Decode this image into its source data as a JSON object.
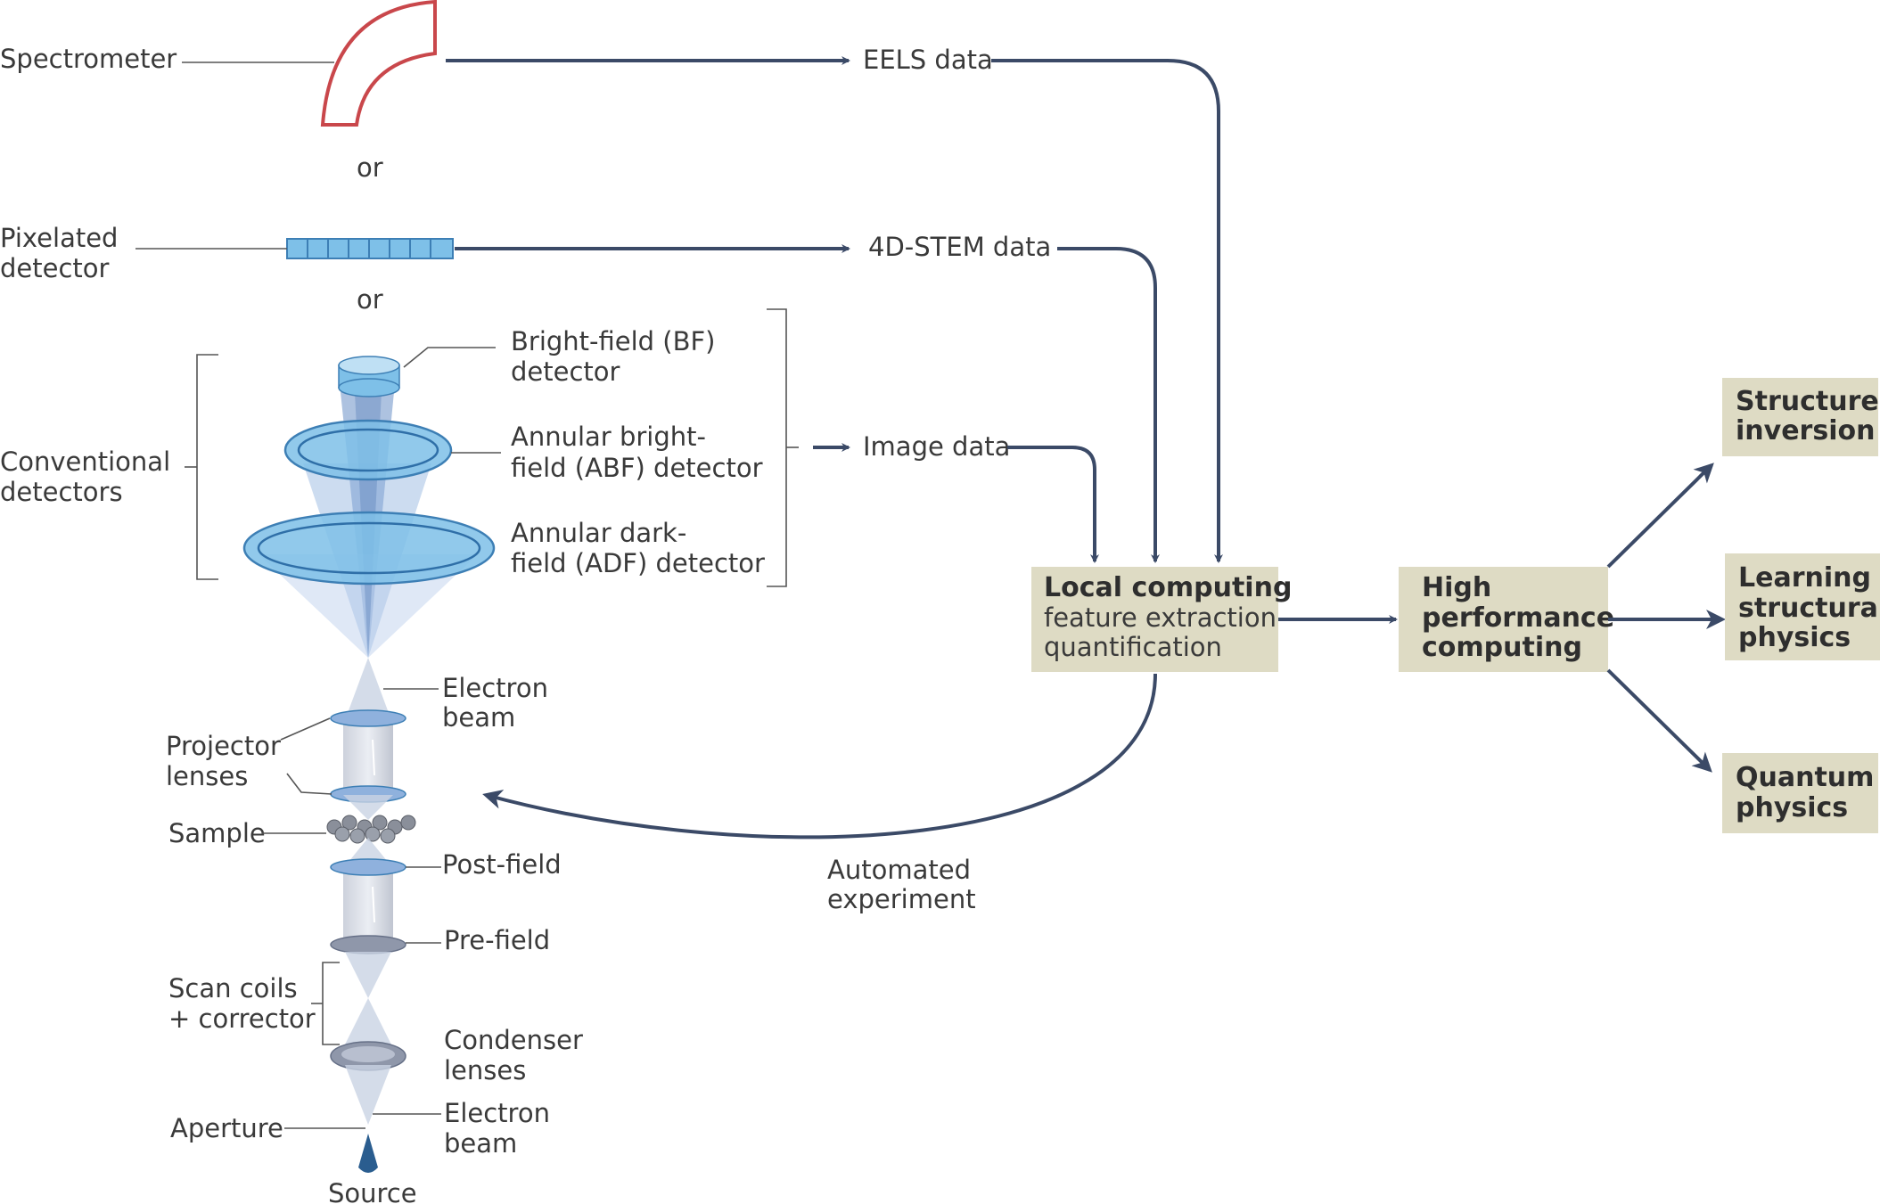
{
  "colors": {
    "flow_line": "#3b4a67",
    "box_fill": "#dedbc4",
    "spectrometer": "#c9474b",
    "detector_blue": "#7ec0e8",
    "detector_stroke": "#3d7fb5",
    "beam": "#6a8fc7"
  },
  "detectors": {
    "spectrometer": "Spectrometer",
    "or1": "or",
    "pixelated": [
      "Pixelated",
      "detector"
    ],
    "or2": "or",
    "conventional": [
      "Conventional",
      "detectors"
    ],
    "bf": [
      "Bright-field (BF)",
      "detector"
    ],
    "abf": [
      "Annular bright-",
      "field (ABF) detector"
    ],
    "adf": [
      "Annular dark-",
      "field (ADF) detector"
    ]
  },
  "data_outputs": {
    "eels": "EELS data",
    "stem4d": "4D-STEM data",
    "image": "Image data"
  },
  "column": {
    "electron_beam_top": [
      "Electron",
      "beam"
    ],
    "projector": [
      "Projector",
      "lenses"
    ],
    "sample": "Sample",
    "post_field": "Post-field",
    "pre_field": "Pre-field",
    "scan_coils": [
      "Scan coils",
      "+ corrector"
    ],
    "condenser": [
      "Condenser",
      "lenses"
    ],
    "aperture": "Aperture",
    "electron_beam_bottom": [
      "Electron",
      "beam"
    ],
    "source": "Source"
  },
  "computing": {
    "local": {
      "title": "Local computing",
      "lines": [
        "feature extraction",
        "quantification"
      ]
    },
    "hpc": [
      "High",
      "performance",
      "computing"
    ],
    "feedback": [
      "Automated",
      "experiment"
    ]
  },
  "outcomes": {
    "structure": [
      "Structure",
      "inversion"
    ],
    "learning": [
      "Learning",
      "structural",
      "physics"
    ],
    "quantum": [
      "Quantum",
      "physics"
    ]
  }
}
